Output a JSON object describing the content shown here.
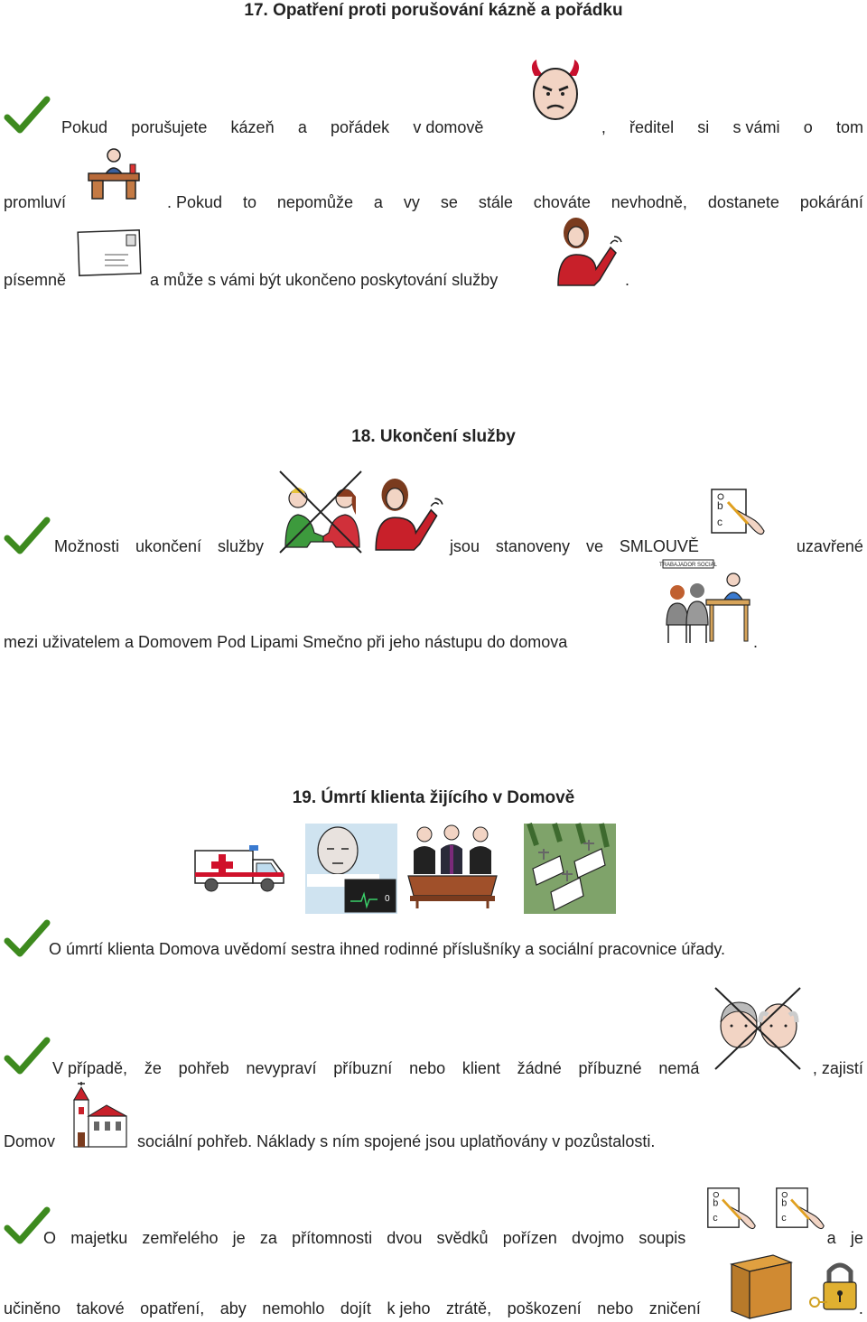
{
  "sections": [
    {
      "title": "17. Opatření proti porušování kázně a pořádku",
      "rows": [
        [
          "Pokud",
          "porušujete",
          "kázeň",
          "a",
          "pořádek",
          "v domově",
          ",",
          "ředitel",
          "si",
          "s vámi",
          "o",
          "tom"
        ],
        [
          "promluví",
          ". Pokud",
          "to",
          "nepomůže",
          "a",
          "vy",
          "se",
          "stále",
          "chováte",
          "nevhodně,",
          "dostanete",
          "pokárání"
        ],
        [
          "písemně",
          "a může s vámi být ukončeno poskytování služby",
          "."
        ]
      ]
    },
    {
      "title": "18. Ukončení služby",
      "rows": [
        [
          "Možnosti",
          "ukončení",
          "služby",
          "jsou",
          "stanoveny",
          "ve",
          "SMLOUVĚ",
          "uzavřené"
        ],
        [
          "mezi uživatelem a Domovem Pod Lipami Smečno při jeho nástupu do domova",
          "."
        ]
      ]
    },
    {
      "title": "19. Úmrtí klienta žijícího v Domově",
      "rows": [
        [
          "O úmrtí klienta Domova uvědomí sestra ihned rodinné příslušníky a sociální pracovnice úřady."
        ],
        [
          "V případě,",
          "že",
          "pohřeb",
          "nevypraví",
          "příbuzní",
          "nebo",
          "klient",
          "žádné",
          "příbuzné",
          "nemá",
          ", zajistí"
        ],
        [
          "Domov",
          "sociální pohřeb. Náklady s ním spojené jsou uplatňovány v pozůstalosti."
        ],
        [
          "O",
          "majetku",
          "zemřelého",
          "je",
          "za",
          "přítomnosti",
          "dvou",
          "svědků",
          "pořízen",
          "dvojmo",
          "soupis",
          "a",
          "je"
        ],
        [
          "učiněno",
          "takové",
          "opatření,",
          "aby",
          "nemohlo",
          "dojít",
          "k jeho",
          "ztrátě,",
          "poškození",
          "nebo",
          "zničení",
          "."
        ]
      ]
    }
  ],
  "picture_text": {
    "office_sign": "TRABAJADOR SOCIAL",
    "monitor_reading": "0"
  },
  "icons": [
    "checkmark-icon",
    "devil-face-icon",
    "director-at-desk-icon",
    "letter-envelope-icon",
    "person-waving-goodbye-icon",
    "crossed-handshake-icon",
    "contract-document-icon",
    "social-worker-office-icon",
    "ambulance-icon",
    "deceased-patient-monitor-icon",
    "funeral-coffin-icon",
    "cemetery-graves-icon",
    "crossed-relatives-icon",
    "church-icon",
    "lockbox-padlock-icon"
  ],
  "colors": {
    "check": "#3d8a1e",
    "text": "#222222",
    "ambulance_red": "#d0112b"
  }
}
